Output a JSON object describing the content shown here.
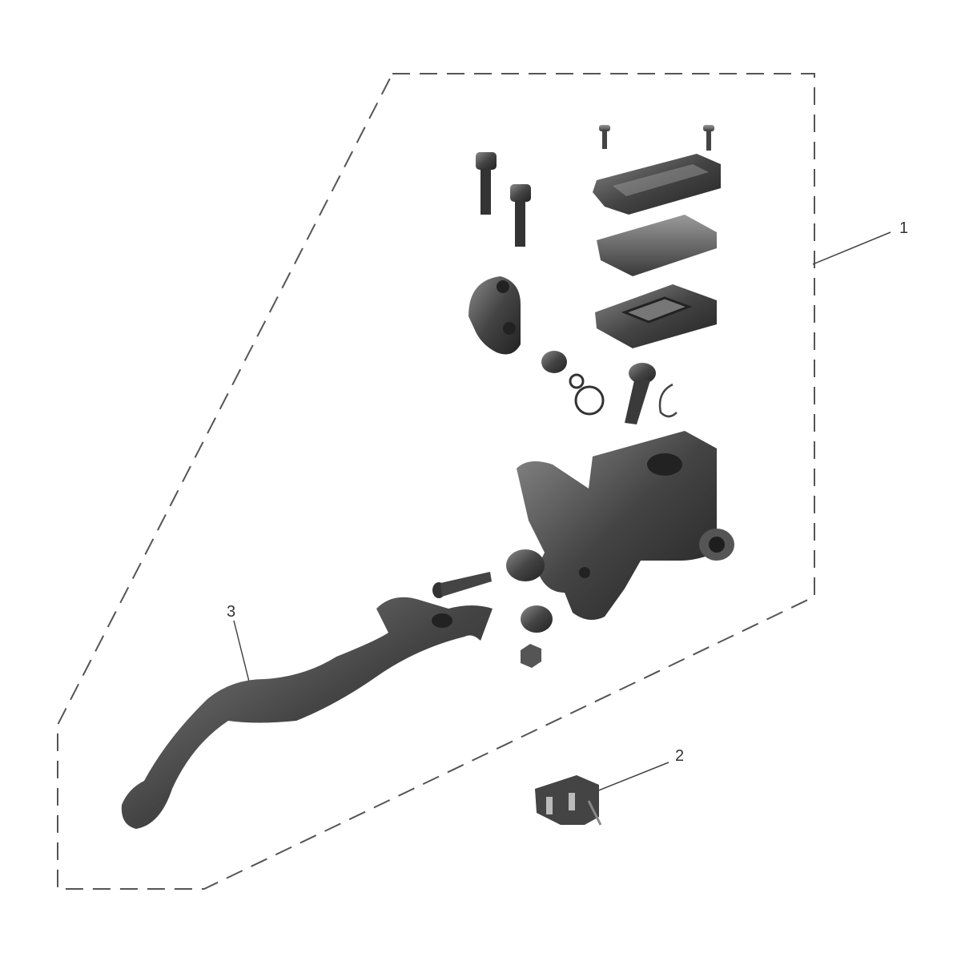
{
  "diagram": {
    "type": "exploded-parts-diagram",
    "callouts": [
      {
        "id": "1",
        "label": "1"
      },
      {
        "id": "2",
        "label": "2"
      },
      {
        "id": "3",
        "label": "3"
      }
    ],
    "colors": {
      "part": "#3c3c3c",
      "part_light": "#7a7a7a",
      "outline": "#555555"
    }
  }
}
